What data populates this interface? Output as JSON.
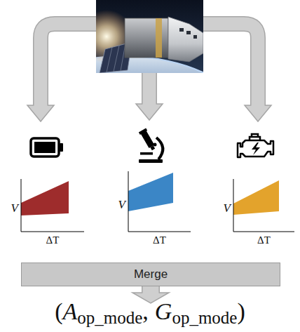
{
  "diagram": {
    "nodes": [
      {
        "text": [
          "V",
          "ΔT"
        ]
      },
      {
        "text": [
          "V",
          "ΔT"
        ]
      },
      {
        "text": [
          "V",
          "ΔT"
        ]
      },
      {
        "text": [
          "Merge"
        ]
      }
    ],
    "labels": [
      "(",
      "A",
      "op_mode",
      ",",
      "G",
      "op_mode",
      ")"
    ]
  }
}
